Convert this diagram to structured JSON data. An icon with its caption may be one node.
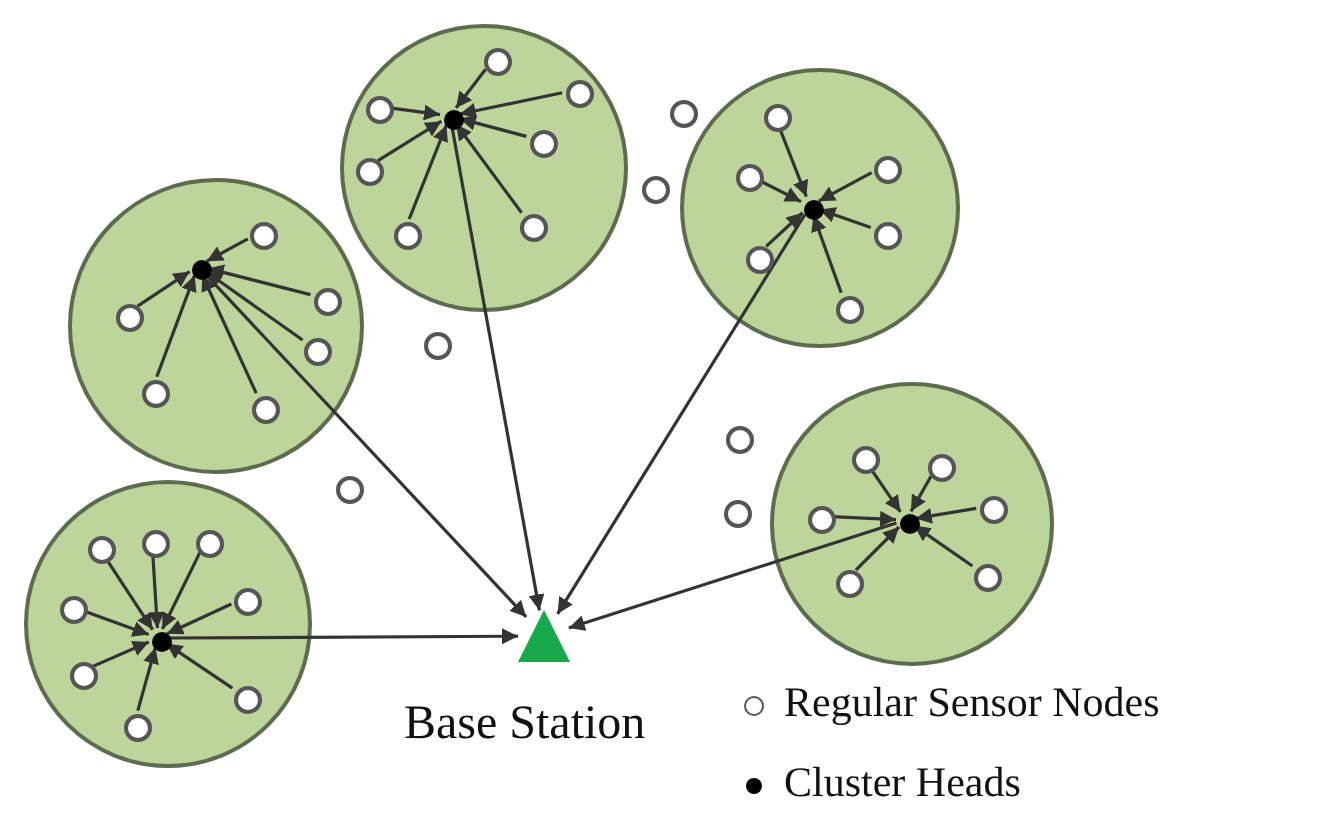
{
  "diagram": {
    "nodes": [
      {
        "text": [],
        "shape": "circle"
      },
      {
        "text": [],
        "shape": "circle",
        "in": 0
      },
      {
        "text": [],
        "shape": "circle",
        "in": 0
      },
      {
        "text": [],
        "shape": "circle",
        "in": 0
      },
      {
        "text": [],
        "shape": "circle",
        "in": 0
      },
      {
        "text": [],
        "shape": "circle",
        "in": 0
      },
      {
        "text": [],
        "shape": "circle",
        "in": 0
      },
      {
        "text": [],
        "shape": "circle",
        "in": 0
      },
      {
        "text": [],
        "shape": "circle",
        "in": 0
      },
      {
        "text": [],
        "shape": "circle"
      },
      {
        "text": [],
        "shape": "circle"
      },
      {
        "text": [],
        "shape": "circle",
        "in": 10
      },
      {
        "text": [],
        "shape": "circle",
        "in": 10
      },
      {
        "text": [],
        "shape": "circle",
        "in": 10
      },
      {
        "text": [],
        "shape": "circle",
        "in": 10
      },
      {
        "text": [],
        "shape": "circle",
        "in": 10
      },
      {
        "text": [],
        "shape": "circle",
        "in": 10
      },
      {
        "text": [],
        "shape": "circle",
        "in": 10
      },
      {
        "text": [],
        "shape": "circle"
      },
      {
        "text": [],
        "shape": "circle"
      },
      {
        "text": [],
        "shape": "circle",
        "in": 19
      },
      {
        "text": [],
        "shape": "circle",
        "in": 19
      },
      {
        "text": [],
        "shape": "circle",
        "in": 19
      },
      {
        "text": [],
        "shape": "circle",
        "in": 19
      },
      {
        "text": [],
        "shape": "circle",
        "in": 19
      },
      {
        "text": [],
        "shape": "circle",
        "in": 19
      },
      {
        "text": [],
        "shape": "circle",
        "in": 19
      },
      {
        "text": [],
        "shape": "circle"
      },
      {
        "text": [],
        "shape": "circle"
      },
      {
        "text": [],
        "shape": "circle",
        "in": 28
      },
      {
        "text": [],
        "shape": "circle",
        "in": 28
      },
      {
        "text": [],
        "shape": "circle",
        "in": 28
      },
      {
        "text": [],
        "shape": "circle",
        "in": 28
      },
      {
        "text": [],
        "shape": "circle",
        "in": 28
      },
      {
        "text": [],
        "shape": "circle",
        "in": 28
      },
      {
        "text": [],
        "shape": "circle",
        "in": 28
      },
      {
        "text": [],
        "shape": "circle"
      },
      {
        "text": [],
        "shape": "circle"
      },
      {
        "text": [],
        "shape": "circle"
      },
      {
        "text": [],
        "shape": "circle"
      },
      {
        "text": [],
        "shape": "circle",
        "in": 39
      },
      {
        "text": [],
        "shape": "circle",
        "in": 39
      },
      {
        "text": [],
        "shape": "circle",
        "in": 39
      },
      {
        "text": [],
        "shape": "circle",
        "in": 39
      },
      {
        "text": [],
        "shape": "circle",
        "in": 39
      },
      {
        "text": [],
        "shape": "circle",
        "in": 39
      },
      {
        "text": [],
        "shape": "circle",
        "in": 39
      },
      {
        "text": [],
        "shape": "circle",
        "in": 39
      },
      {
        "text": [],
        "shape": "circle",
        "in": 39
      },
      {
        "text": [
          "Base Station"
        ]
      }
    ],
    "edges": [
      {
        "from": 2,
        "to": 1,
        "arrow": "to"
      },
      {
        "from": 3,
        "to": 1,
        "arrow": "to"
      },
      {
        "from": 4,
        "to": 1,
        "arrow": "to"
      },
      {
        "from": 5,
        "to": 1,
        "arrow": "to"
      },
      {
        "from": 6,
        "to": 1,
        "arrow": "to"
      },
      {
        "from": 7,
        "to": 1,
        "arrow": "to"
      },
      {
        "from": 8,
        "to": 1,
        "arrow": "to"
      },
      {
        "from": 12,
        "to": 11,
        "arrow": "to"
      },
      {
        "from": 13,
        "to": 11,
        "arrow": "to"
      },
      {
        "from": 14,
        "to": 11,
        "arrow": "to"
      },
      {
        "from": 15,
        "to": 11,
        "arrow": "to"
      },
      {
        "from": 16,
        "to": 11,
        "arrow": "to"
      },
      {
        "from": 17,
        "to": 11,
        "arrow": "to"
      },
      {
        "from": 21,
        "to": 20,
        "arrow": "to"
      },
      {
        "from": 22,
        "to": 20,
        "arrow": "to"
      },
      {
        "from": 23,
        "to": 20,
        "arrow": "to"
      },
      {
        "from": 24,
        "to": 20,
        "arrow": "to"
      },
      {
        "from": 25,
        "to": 20,
        "arrow": "to"
      },
      {
        "from": 26,
        "to": 20,
        "arrow": "to"
      },
      {
        "from": 30,
        "to": 29,
        "arrow": "to"
      },
      {
        "from": 31,
        "to": 29,
        "arrow": "to"
      },
      {
        "from": 32,
        "to": 29,
        "arrow": "to"
      },
      {
        "from": 33,
        "to": 29,
        "arrow": "to"
      },
      {
        "from": 34,
        "to": 29,
        "arrow": "to"
      },
      {
        "from": 35,
        "to": 29,
        "arrow": "to"
      },
      {
        "from": 41,
        "to": 40,
        "arrow": "to"
      },
      {
        "from": 42,
        "to": 40,
        "arrow": "to"
      },
      {
        "from": 43,
        "to": 40,
        "arrow": "to"
      },
      {
        "from": 44,
        "to": 40,
        "arrow": "to"
      },
      {
        "from": 45,
        "to": 40,
        "arrow": "to"
      },
      {
        "from": 46,
        "to": 40,
        "arrow": "to"
      },
      {
        "from": 47,
        "to": 40,
        "arrow": "to"
      },
      {
        "from": 48,
        "to": 40,
        "arrow": "to"
      },
      {
        "from": 1,
        "to": 49,
        "arrow": "to"
      },
      {
        "from": 11,
        "to": 49,
        "arrow": "to"
      },
      {
        "from": 20,
        "to": 49,
        "arrow": "to"
      },
      {
        "from": 29,
        "to": 49,
        "arrow": "to"
      },
      {
        "from": 40,
        "to": 49,
        "arrow": "to"
      }
    ],
    "legend": [
      {
        "text": "Regular Sensor Nodes"
      },
      {
        "text": "Cluster Heads"
      }
    ]
  }
}
